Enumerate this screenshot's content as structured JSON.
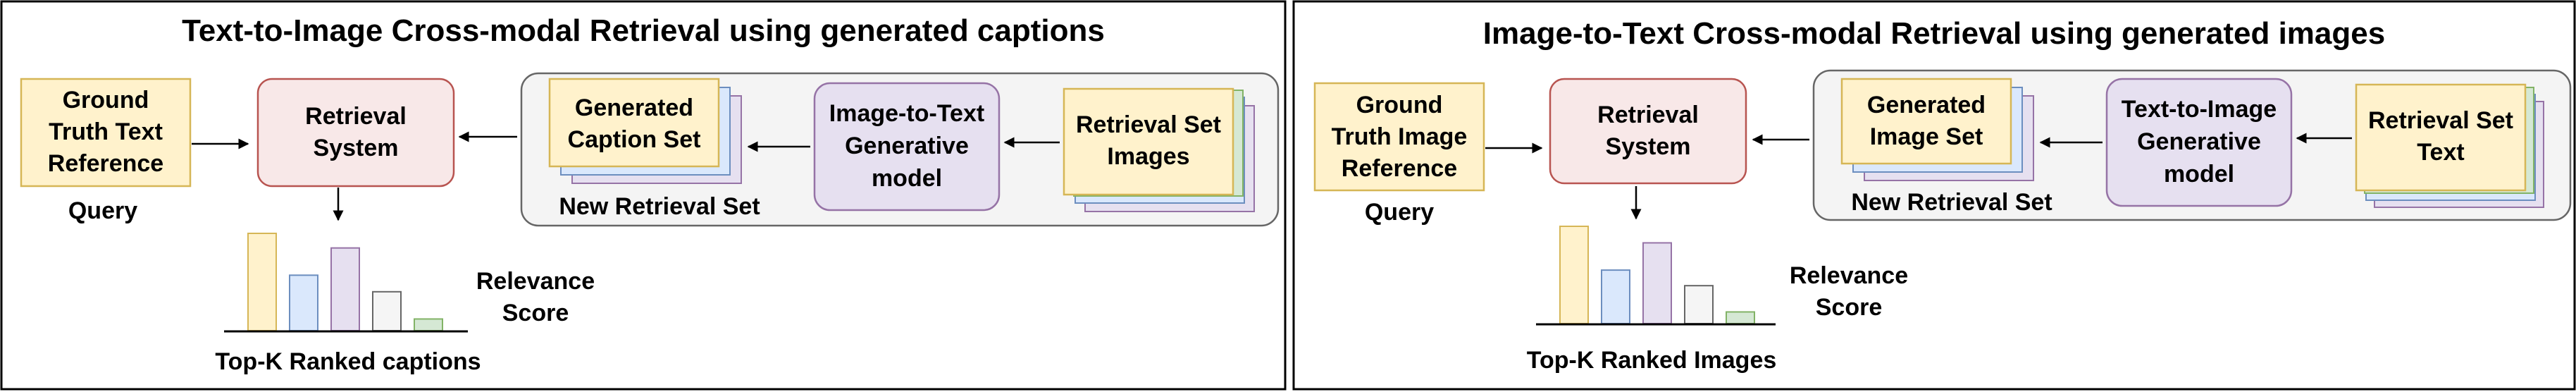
{
  "colors": {
    "panel_border": "#000000",
    "orange_fill": "#fff2cc",
    "orange_stroke": "#d6b656",
    "red_fill": "#f8e8e8",
    "red_stroke": "#b85450",
    "purple_fill": "#e6e0f0",
    "purple_stroke": "#9673a6",
    "blue_fill": "#dae8fc",
    "blue_stroke": "#6c8ebf",
    "green_fill": "#d5e8d4",
    "green_stroke": "#82b366",
    "gray_fill": "#f5f5f5",
    "gray_stroke": "#666666",
    "group_fill": "#f4f4f4"
  },
  "panels": [
    {
      "title": "Text-to-Image Cross-modal Retrieval using generated captions",
      "query_box": [
        "Ground",
        "Truth Text",
        "Reference"
      ],
      "query_label": "Query",
      "retrieval_system": [
        "Retrieval",
        "System"
      ],
      "generated_set": [
        "Generated",
        "Caption Set"
      ],
      "generative_model": [
        "Image-to-Text",
        "Generative",
        "model"
      ],
      "retrieval_set": [
        "Retrieval Set",
        "Images"
      ],
      "new_set_label": "New Retrieval Set",
      "relevance": [
        "Relevance",
        "Score"
      ],
      "ranked_label": "Top-K Ranked captions",
      "scores": [
        1.0,
        0.57,
        0.85,
        0.4,
        0.12
      ]
    },
    {
      "title": "Image-to-Text Cross-modal Retrieval using generated images",
      "query_box": [
        "Ground",
        "Truth Image",
        "Reference"
      ],
      "query_label": "Query",
      "retrieval_system": [
        "Retrieval",
        "System"
      ],
      "generated_set": [
        "Generated",
        "Image Set"
      ],
      "generative_model": [
        "Text-to-Image",
        "Generative",
        "model"
      ],
      "retrieval_set": [
        "Retrieval Set",
        "Text"
      ],
      "new_set_label": "New Retrieval Set",
      "relevance": [
        "Relevance",
        "Score"
      ],
      "ranked_label": "Top-K Ranked Images",
      "scores": [
        1.0,
        0.55,
        0.83,
        0.39,
        0.12
      ]
    }
  ]
}
